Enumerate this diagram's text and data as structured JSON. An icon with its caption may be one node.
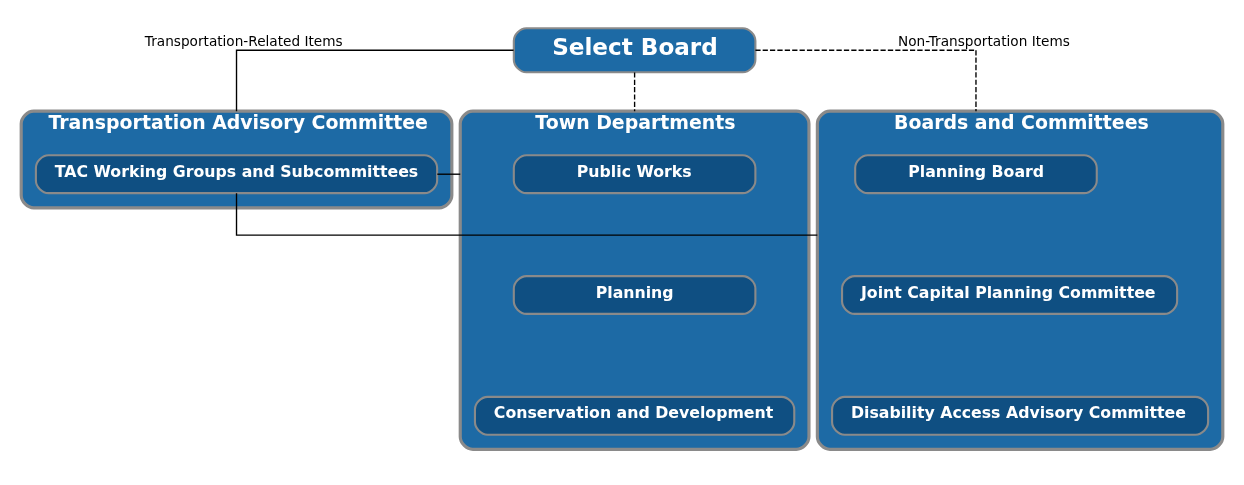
{
  "diagram": {
    "nodes": [
      {
        "text": [
          "Select Board"
        ]
      },
      {
        "text": [
          "Transportation Advisory Committee"
        ]
      },
      {
        "text": [
          "TAC Working Groups and Subcommittees"
        ],
        "in": 1
      },
      {
        "text": [
          "Town Departments"
        ]
      },
      {
        "text": [
          "Public Works"
        ],
        "in": 3
      },
      {
        "text": [
          "Planning"
        ],
        "in": 3
      },
      {
        "text": [
          "Conservation and Development"
        ],
        "in": 3
      },
      {
        "text": [
          "Boards and Committees"
        ]
      },
      {
        "text": [
          "Planning Board"
        ],
        "in": 7
      },
      {
        "text": [
          "Joint Capital Planning Committee"
        ],
        "in": 7
      },
      {
        "text": [
          "Disability Access Advisory Committee"
        ],
        "in": 7
      }
    ],
    "edges": [
      {
        "from": 0,
        "to": 1,
        "arrow": "none",
        "label": "Transportation-Related Items"
      },
      {
        "from": 0,
        "to": 3,
        "arrow": "none",
        "style": "dashed"
      },
      {
        "from": 0,
        "to": 7,
        "arrow": "none",
        "style": "dashed",
        "label": "Non-Transportation Items"
      },
      {
        "from": 2,
        "to": 3,
        "arrow": "none"
      },
      {
        "from": 2,
        "to": 7,
        "arrow": "none"
      }
    ]
  }
}
